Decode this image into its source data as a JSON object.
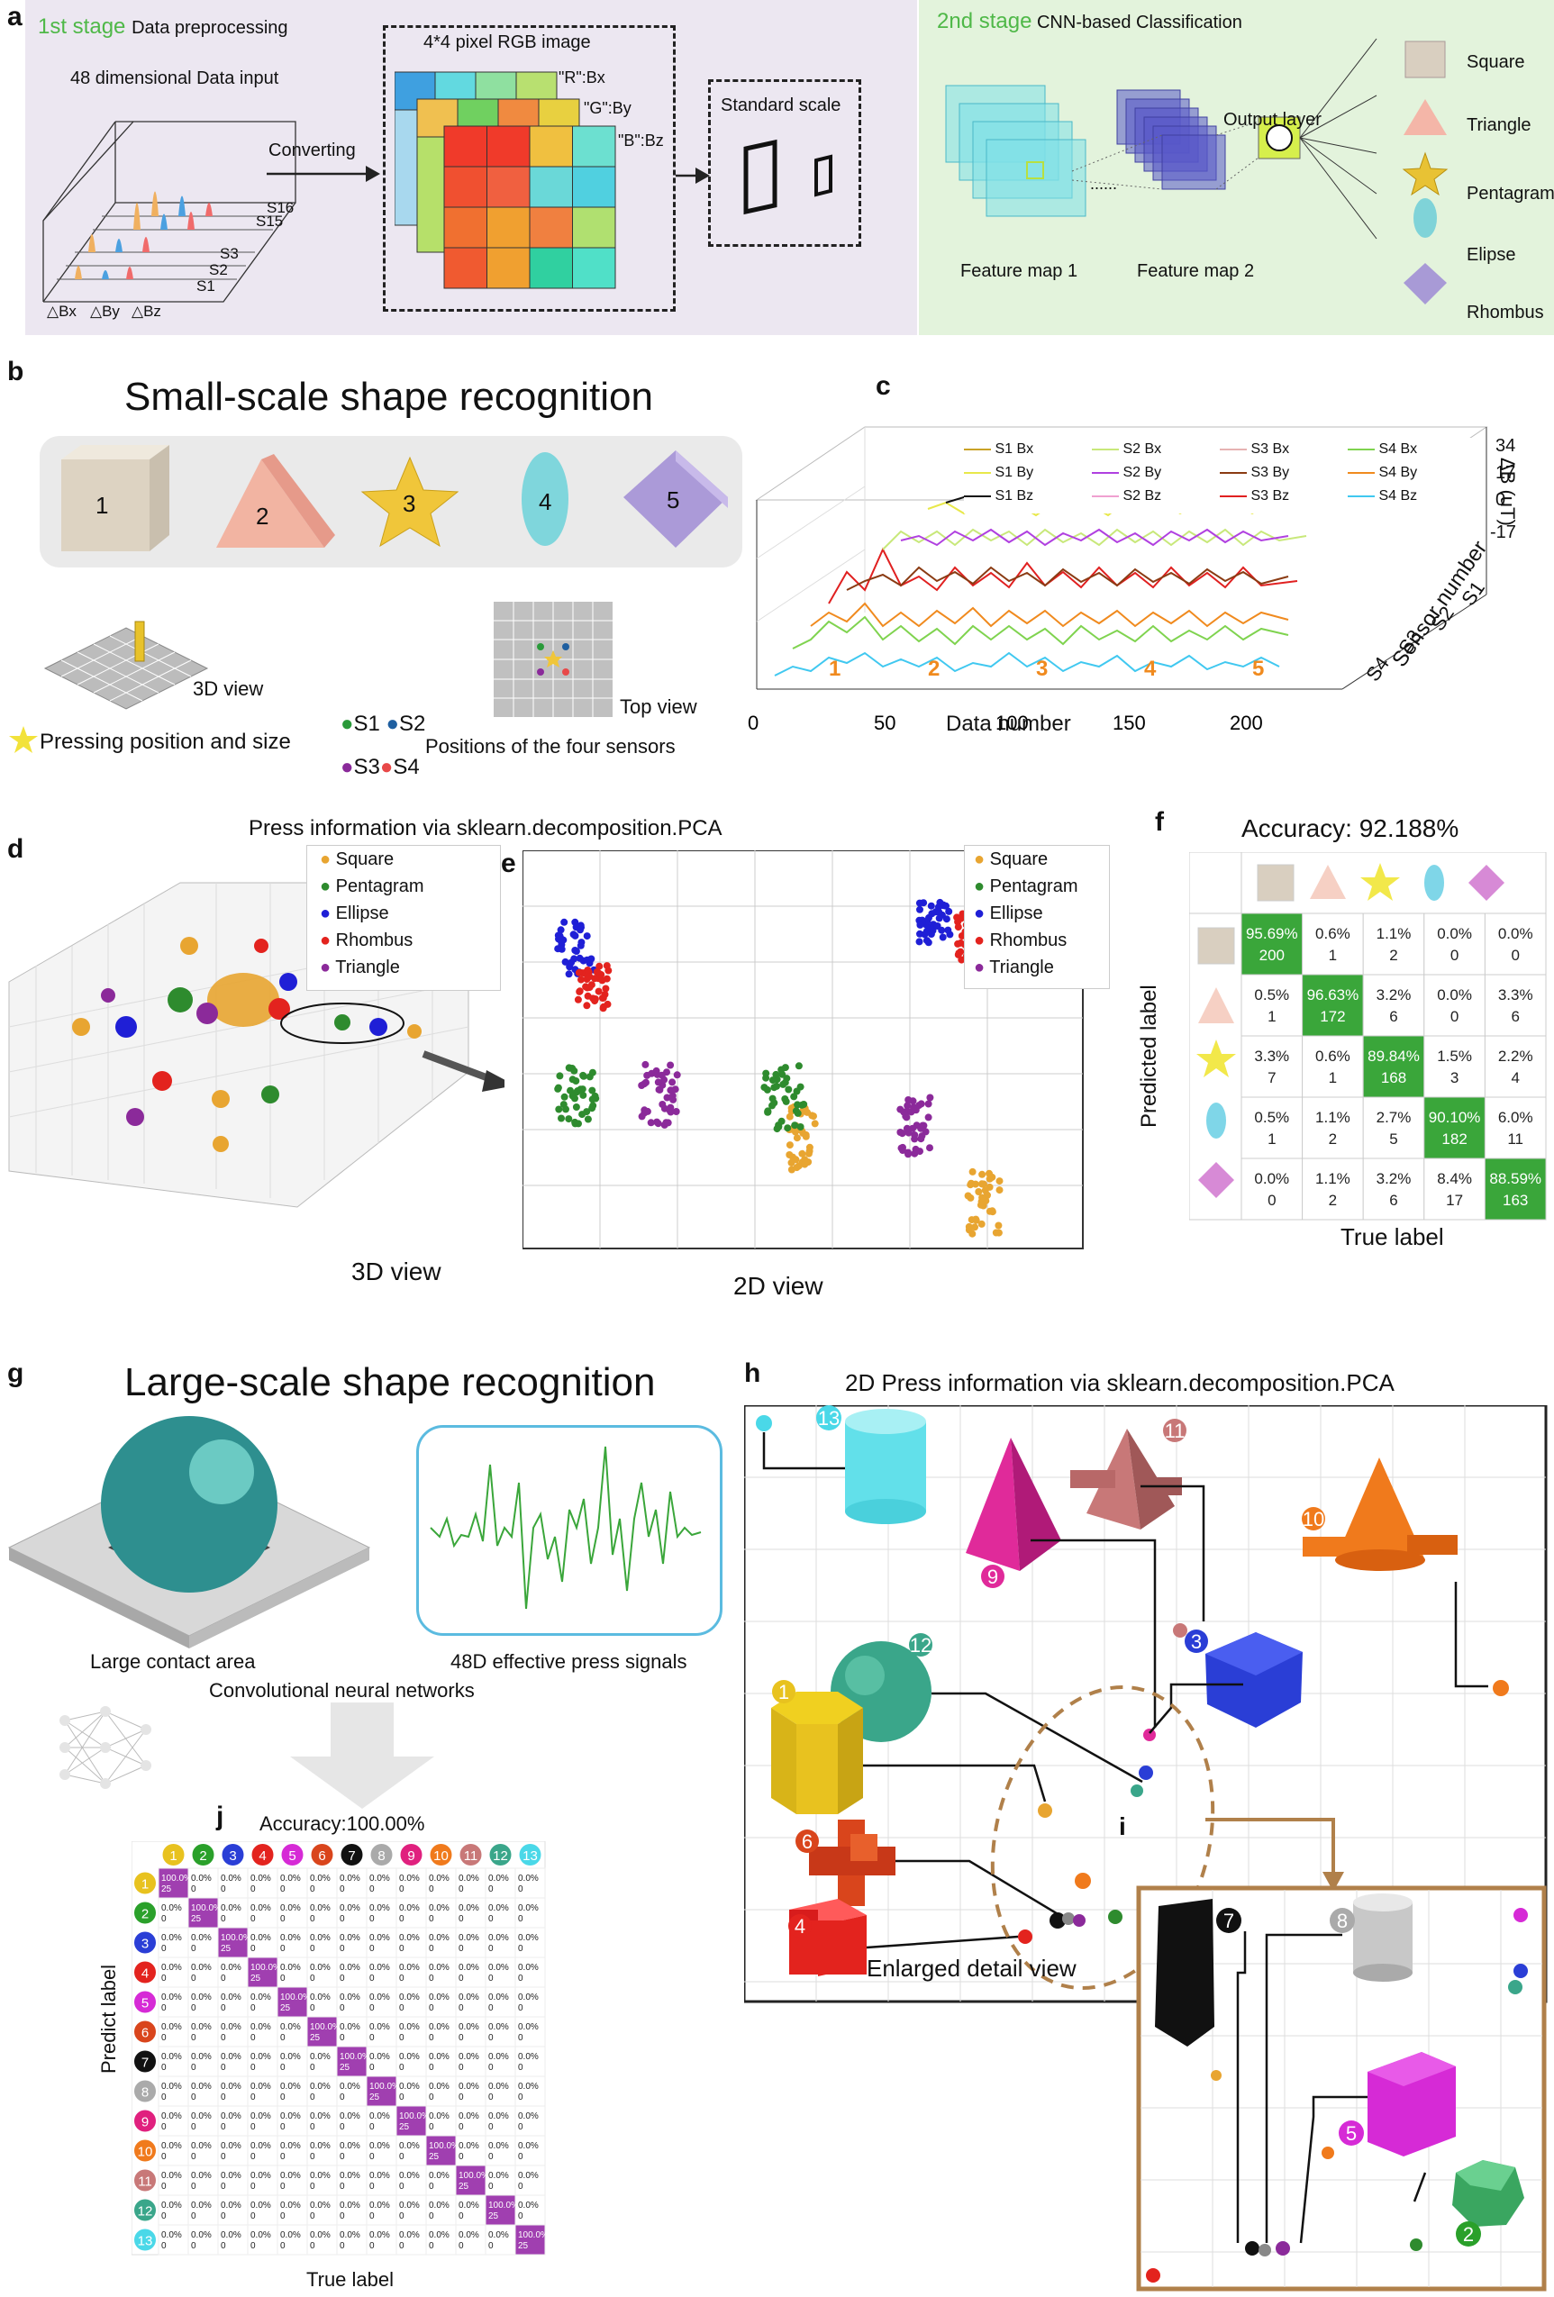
{
  "panel_letters": {
    "a": "a",
    "b": "b",
    "c": "c",
    "d": "d",
    "e": "e",
    "f": "f",
    "g": "g",
    "h": "h",
    "i": "i",
    "j": "j"
  },
  "a": {
    "stage1_prefix": "1st stage",
    "stage1_title": "Data preprocessing",
    "data_input": "48 dimensional Data input",
    "sensor_labels": [
      "S16",
      "S15",
      "S3",
      "S2",
      "S1"
    ],
    "axes": [
      "△Bx",
      "△By",
      "△Bz"
    ],
    "converting": "Converting",
    "rgb_title": "4*4 pixel RGB image",
    "r": "\"R\":Bx",
    "g": "\"G\":By",
    "b": "\"B\":Bz",
    "standard_scale": "Standard scale",
    "stage2_prefix": "2nd stage",
    "stage2_title": "CNN-based Classification",
    "output_layer": "Output layer",
    "fmap1": "Feature map 1",
    "fmap2": "Feature map 2",
    "shapes": [
      "Square",
      "Triangle",
      "Pentagram",
      "Elipse",
      "Rhombus"
    ],
    "colors": {
      "stage1_bg": "#ece7f1",
      "stage2_bg": "#e3f3dc",
      "green_text": "#4fb848"
    }
  },
  "b": {
    "title": "Small-scale shape recognition",
    "numbers": [
      "1",
      "2",
      "3",
      "4",
      "5"
    ],
    "view3d": "3D view",
    "topview": "Top view",
    "pressing": "Pressing position and size",
    "sensors": [
      "S1",
      "S2",
      "S3",
      "S4"
    ],
    "positions": "Positions of the four sensors"
  },
  "c": {
    "legend": [
      [
        "S1 Bx",
        "S2 Bx",
        "S3 Bx",
        "S4 Bx"
      ],
      [
        "S1 By",
        "S2 By",
        "S3 By",
        "S4 By"
      ],
      [
        "S1 Bz",
        "S2 Bz",
        "S3 Bz",
        "S4 Bz"
      ]
    ],
    "legend_colors": [
      [
        "#c9a227",
        "#c8e87a",
        "#e6b2b2",
        "#7fd34f"
      ],
      [
        "#e8e84a",
        "#b040e0",
        "#8a3b13",
        "#f08a1e"
      ],
      [
        "#111111",
        "#f0a0d0",
        "#e02020",
        "#40c8f0"
      ]
    ],
    "yticks": [
      "34",
      "17",
      "0",
      "-17"
    ],
    "ylabel": "ΔB (uT)",
    "xticks": [
      "0",
      "50",
      "100",
      "150",
      "200"
    ],
    "xlabel": "Data number",
    "shape_nums": [
      "1",
      "2",
      "3",
      "4",
      "5"
    ],
    "sensor_ticks": [
      "S1",
      "S2",
      "S3",
      "S4"
    ],
    "sensor_label": "Sensor number"
  },
  "d": {
    "title": "Press information via sklearn.decomposition.PCA",
    "caption": "3D view"
  },
  "e": {
    "caption": "2D view",
    "legend": [
      "Square",
      "Pentagram",
      "Ellipse",
      "Rhombus",
      "Triangle"
    ],
    "legend_colors": [
      "#e8a531",
      "#2e8b2e",
      "#1f1fd6",
      "#e3231e",
      "#8b2a9a"
    ]
  },
  "f": {
    "title": "Accuracy: 92.188%",
    "ylabel": "Predicted label",
    "xlabel": "True label",
    "matrix": [
      [
        [
          "95.69%",
          "200"
        ],
        [
          "0.6%",
          "1"
        ],
        [
          "1.1%",
          "2"
        ],
        [
          "0.0%",
          "0"
        ],
        [
          "0.0%",
          "0"
        ]
      ],
      [
        [
          "0.5%",
          "1"
        ],
        [
          "96.63%",
          "172"
        ],
        [
          "3.2%",
          "6"
        ],
        [
          "0.0%",
          "0"
        ],
        [
          "3.3%",
          "6"
        ]
      ],
      [
        [
          "3.3%",
          "7"
        ],
        [
          "0.6%",
          "1"
        ],
        [
          "89.84%",
          "168"
        ],
        [
          "1.5%",
          "3"
        ],
        [
          "2.2%",
          "4"
        ]
      ],
      [
        [
          "0.5%",
          "1"
        ],
        [
          "1.1%",
          "2"
        ],
        [
          "2.7%",
          "5"
        ],
        [
          "90.10%",
          "182"
        ],
        [
          "6.0%",
          "11"
        ]
      ],
      [
        [
          "0.0%",
          "0"
        ],
        [
          "1.1%",
          "2"
        ],
        [
          "3.2%",
          "6"
        ],
        [
          "8.4%",
          "17"
        ],
        [
          "88.59%",
          "163"
        ]
      ]
    ],
    "diag_color": "#3aa63a"
  },
  "g": {
    "title": "Large-scale shape recognition",
    "contact": "Large contact area",
    "signals": "48D effective press signals",
    "cnn": "Convolutional neural networks"
  },
  "h": {
    "title": "2D Press information via sklearn.decomposition.PCA",
    "objects": [
      "13",
      "9",
      "11",
      "10",
      "12",
      "3",
      "1",
      "6",
      "4",
      "7",
      "8",
      "5",
      "2"
    ]
  },
  "i": {
    "caption": "Enlarged detail view"
  },
  "j": {
    "title": "Accuracy:100.00%",
    "ylabel": "Predict label",
    "xlabel": "True label",
    "classes": [
      "1",
      "2",
      "3",
      "4",
      "5",
      "6",
      "7",
      "8",
      "9",
      "10",
      "11",
      "12",
      "13"
    ],
    "class_colors": [
      "#e8c21f",
      "#2aa02a",
      "#2a3ed6",
      "#e3231e",
      "#d62ad6",
      "#d9451c",
      "#111111",
      "#aaaaaa",
      "#e0207e",
      "#f07a1c",
      "#c87878",
      "#3aa68a",
      "#4ad8e8"
    ],
    "diag": [
      "100.0%",
      "25"
    ],
    "off": [
      "0.0%",
      "0"
    ],
    "diag_color": "#a03fb0"
  }
}
